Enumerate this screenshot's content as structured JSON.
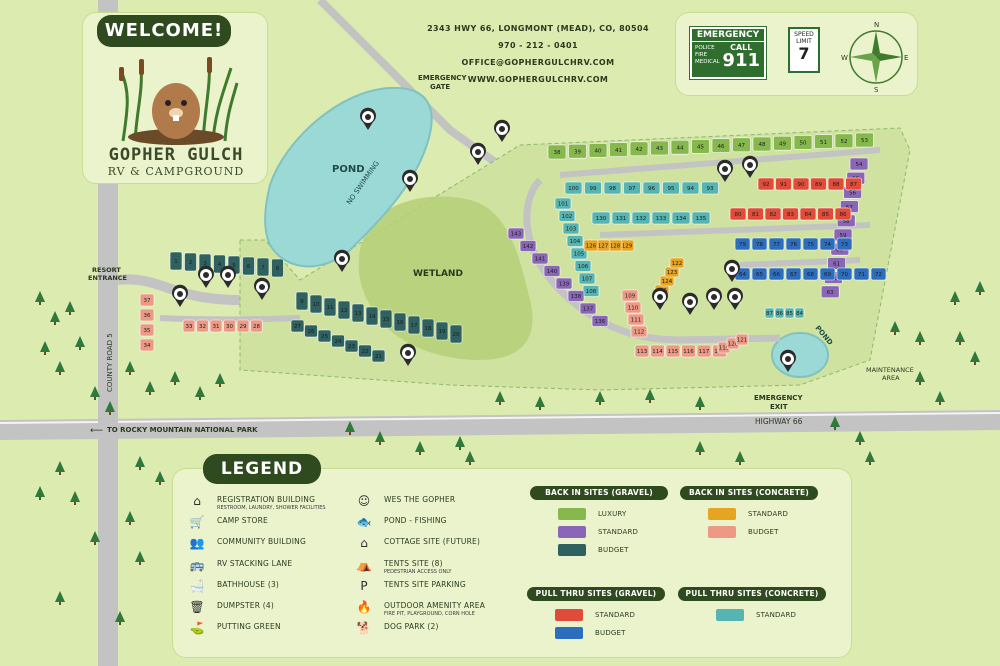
{
  "header": {
    "welcome": "WELCOME!",
    "park_name": "GOPHER GULCH",
    "park_sub": "RV & CAMPGROUND",
    "address": "2343 HWY 66, LONGMONT (MEAD), CO, 80504",
    "phone": "970 - 212 - 0401",
    "email": "OFFICE@GOPHERGULCHRV.COM",
    "website": "WWW.GOPHERGULCHRV.COM"
  },
  "emergency": {
    "title": "EMERGENCY",
    "services": [
      "POLICE",
      "FIRE",
      "MEDICAL"
    ],
    "call": "CALL",
    "number": "911"
  },
  "speed_limit": {
    "label": "SPEED LIMIT",
    "value": "7"
  },
  "compass": [
    "N",
    "E",
    "S",
    "W"
  ],
  "map_labels": {
    "pond_main": "POND",
    "no_swimming": "NO SWIMMING",
    "wetland": "WETLAND",
    "pond_small": "POND",
    "emergency_gate": "EMERGENCY GATE",
    "resort_entrance": "RESORT ENTRANCE",
    "emergency_exit": "EMERGENCY EXIT",
    "maintenance": "MAINTENANCE AREA",
    "county_road": "COUNTY ROAD 5",
    "highway": "HIGHWAY 66",
    "to_rmnp": "TO ROCKY MOUNTAIN NATIONAL PARK"
  },
  "site_numbers": {
    "row_1_8": [
      "1",
      "2",
      "3",
      "4",
      "5",
      "6",
      "7",
      "8"
    ],
    "row_9_20": [
      "9",
      "10",
      "11",
      "12",
      "13",
      "14",
      "15",
      "16",
      "17",
      "18",
      "19",
      "20"
    ],
    "row_21_27": [
      "21",
      "22",
      "23",
      "24",
      "25",
      "26",
      "27"
    ],
    "row_28_37": [
      "28",
      "29",
      "30",
      "31",
      "32",
      "33",
      "34",
      "35",
      "36",
      "37"
    ],
    "top_38_53": [
      "38",
      "39",
      "40",
      "41",
      "42",
      "43",
      "44",
      "45",
      "46",
      "47",
      "48",
      "49",
      "50",
      "51",
      "52",
      "53"
    ],
    "east_54_63": [
      "54",
      "55",
      "56",
      "57",
      "58",
      "59",
      "60",
      "61",
      "62",
      "63"
    ],
    "row_64_79": [
      "64",
      "65",
      "66",
      "67",
      "68",
      "69",
      "70",
      "71",
      "72",
      "73",
      "74",
      "75",
      "76",
      "77",
      "78",
      "79"
    ],
    "row_80_92": [
      "80",
      "81",
      "82",
      "83",
      "84",
      "85",
      "86",
      "87",
      "88",
      "89",
      "90",
      "91",
      "92"
    ],
    "row_93_100": [
      "93",
      "94",
      "95",
      "96",
      "97",
      "98",
      "99",
      "100"
    ],
    "row_101_108": [
      "101",
      "102",
      "103",
      "104",
      "105",
      "106",
      "107",
      "108"
    ],
    "row_109_129": [
      "109",
      "110",
      "111",
      "112",
      "113",
      "114",
      "115",
      "116",
      "117",
      "118",
      "119",
      "120",
      "121",
      "122",
      "123",
      "124",
      "125",
      "126",
      "127",
      "128",
      "129"
    ],
    "row_130_143": [
      "130",
      "131",
      "132",
      "133",
      "134",
      "135",
      "136",
      "137",
      "138",
      "139",
      "140",
      "141",
      "142",
      "143"
    ]
  },
  "legend": {
    "title": "LEGEND",
    "amenities": [
      {
        "icon": "registration-building-icon",
        "glyph": "⌂",
        "label": "REGISTRATION BUILDING",
        "sub": "RESTROOM, LAUNDRY, SHOWER FACILITIES"
      },
      {
        "icon": "camp-store-icon",
        "glyph": "🛒",
        "label": "CAMP STORE",
        "sub": ""
      },
      {
        "icon": "community-building-icon",
        "glyph": "👥",
        "label": "COMMUNITY BUILDING",
        "sub": ""
      },
      {
        "icon": "rv-stacking-icon",
        "glyph": "🚌",
        "label": "RV STACKING LANE",
        "sub": ""
      },
      {
        "icon": "bathhouse-icon",
        "glyph": "🛁",
        "label": "BATHHOUSE (3)",
        "sub": ""
      },
      {
        "icon": "dumpster-icon",
        "glyph": "🗑",
        "label": "DUMPSTER (4)",
        "sub": ""
      },
      {
        "icon": "putting-green-icon",
        "glyph": "⛳",
        "label": "PUTTING GREEN",
        "sub": ""
      },
      {
        "icon": "gopher-icon",
        "glyph": "☺",
        "label": "WES THE GOPHER",
        "sub": ""
      },
      {
        "icon": "fishing-icon",
        "glyph": "🐟",
        "label": "POND - FISHING",
        "sub": ""
      },
      {
        "icon": "cottage-icon",
        "glyph": "⌂",
        "label": "COTTAGE SITE (FUTURE)",
        "sub": ""
      },
      {
        "icon": "tent-icon",
        "glyph": "⛺",
        "label": "TENTS SITE (8)",
        "sub": "PEDESTRIAN ACCESS ONLY"
      },
      {
        "icon": "parking-icon",
        "glyph": "P",
        "label": "TENTS SITE PARKING",
        "sub": ""
      },
      {
        "icon": "campfire-icon",
        "glyph": "🔥",
        "label": "OUTDOOR AMENITY AREA",
        "sub": "FIRE PIT, PLAYGROUND, CORN HOLE"
      },
      {
        "icon": "dog-icon",
        "glyph": "🐕",
        "label": "DOG PARK (2)",
        "sub": ""
      }
    ],
    "site_types": [
      {
        "header": "BACK IN SITES (GRAVEL)",
        "items": [
          {
            "label": "LUXURY",
            "color": "#86b84e"
          },
          {
            "label": "STANDARD",
            "color": "#8a67b6"
          },
          {
            "label": "BUDGET",
            "color": "#2f6160"
          }
        ]
      },
      {
        "header": "BACK IN SITES (CONCRETE)",
        "items": [
          {
            "label": "STANDARD",
            "color": "#e6a423"
          },
          {
            "label": "BUDGET",
            "color": "#ec9a86"
          }
        ]
      },
      {
        "header": "PULL THRU SITES (GRAVEL)",
        "items": [
          {
            "label": "STANDARD",
            "color": "#e04b3a"
          },
          {
            "label": "BUDGET",
            "color": "#2d6dbd"
          }
        ]
      },
      {
        "header": "PULL THRU SITES (CONCRETE)",
        "items": [
          {
            "label": "STANDARD",
            "color": "#56b5b3"
          }
        ]
      }
    ]
  },
  "colors": {
    "luxury": "#86b84e",
    "standard_gravel": "#8a67b6",
    "budget_gravel": "#2f6160",
    "standard_concrete": "#e6a423",
    "budget_concrete": "#ec9a86",
    "pull_standard": "#e04b3a",
    "pull_budget": "#2d6dbd",
    "pull_concrete": "#56b5b3",
    "pond": "#9bd9d6",
    "road": "#bdbdbd",
    "grass": "#dcebb0"
  }
}
